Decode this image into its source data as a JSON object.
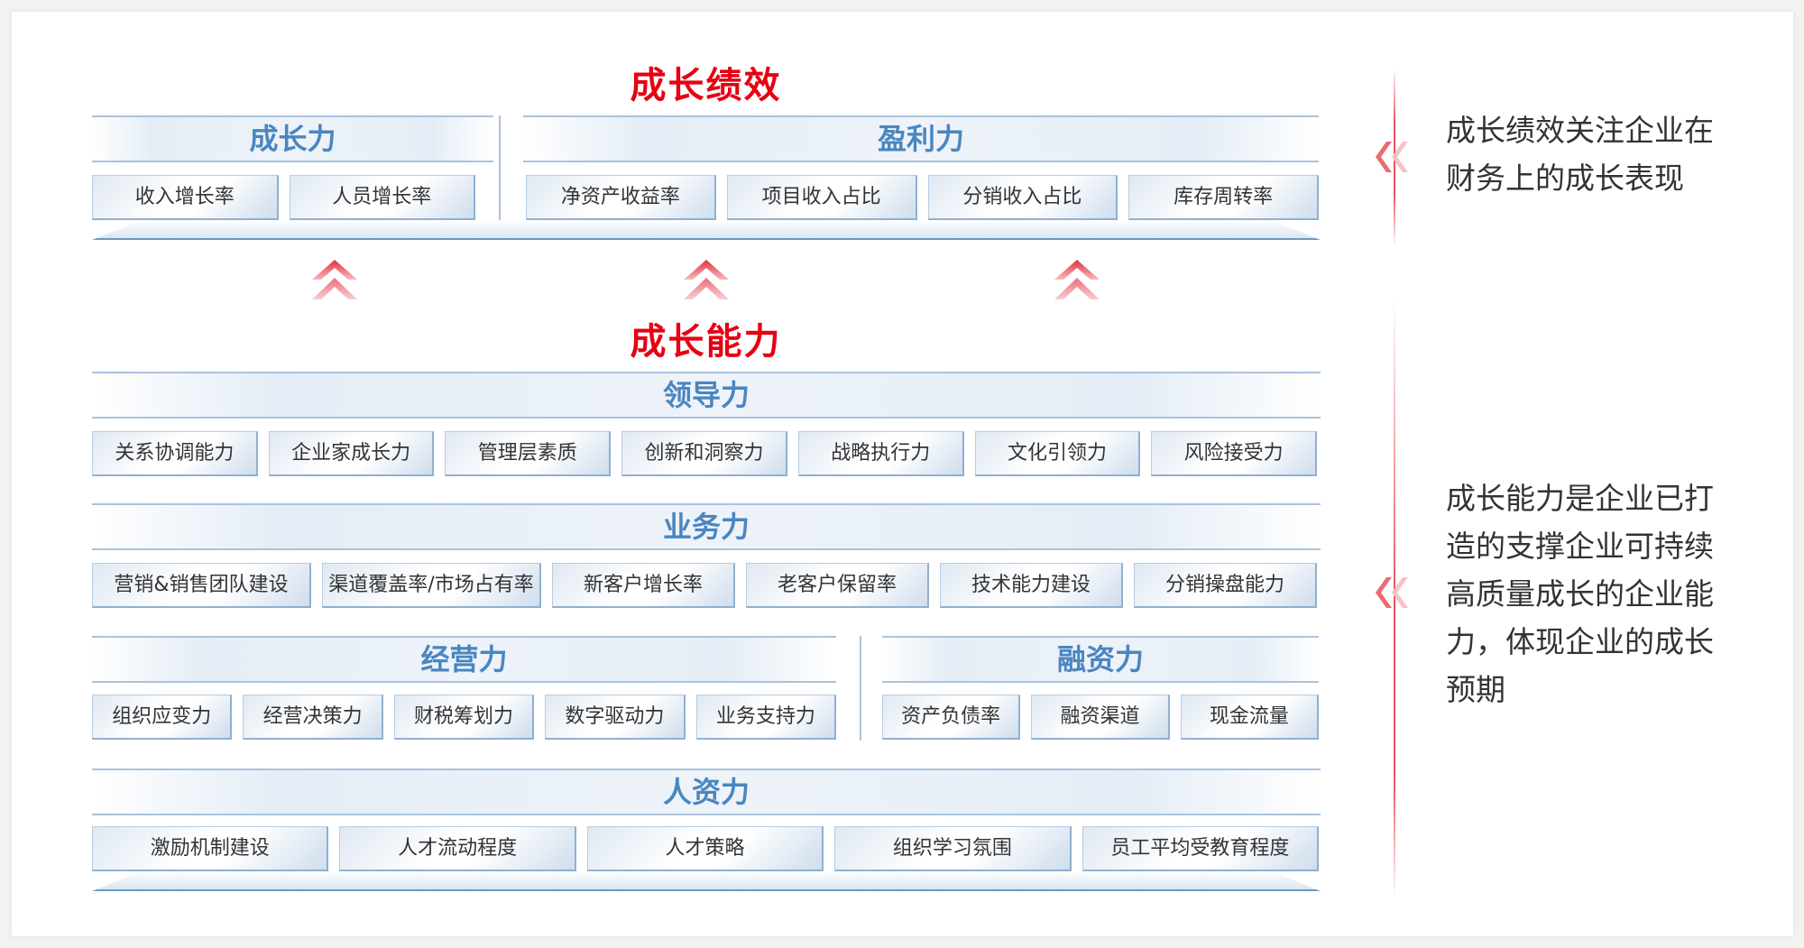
{
  "performance": {
    "title": "成长绩效",
    "growth": {
      "label": "成长力",
      "items": [
        "收入增长率",
        "人员增长率"
      ]
    },
    "profit": {
      "label": "盈利力",
      "items": [
        "净资产收益率",
        "项目收入占比",
        "分销收入占比",
        "库存周转率"
      ]
    }
  },
  "capability": {
    "title": "成长能力",
    "leadership": {
      "label": "领导力",
      "items": [
        "关系协调能力",
        "企业家成长力",
        "管理层素质",
        "创新和洞察力",
        "战略执行力",
        "文化引领力",
        "风险接受力"
      ]
    },
    "business": {
      "label": "业务力",
      "items": [
        "营销&销售团队建设",
        "渠道覆盖率/市场占有率",
        "新客户增长率",
        "老客户保留率",
        "技术能力建设",
        "分销操盘能力"
      ]
    },
    "operation": {
      "label": "经营力",
      "items": [
        "组织应变力",
        "经营决策力",
        "财税筹划力",
        "数字驱动力",
        "业务支持力"
      ]
    },
    "financing": {
      "label": "融资力",
      "items": [
        "资产负债率",
        "融资渠道",
        "现金流量"
      ]
    },
    "hr": {
      "label": "人资力",
      "items": [
        "激励机制建设",
        "人才流动程度",
        "人才策略",
        "组织学习氛围",
        "员工平均受教育程度"
      ]
    }
  },
  "notes": {
    "performance": "成长绩效关注企业在财务上的成长表现",
    "capability": "成长能力是企业已打造的支撑企业可持续高质量成长的企业能力，体现企业的成长预期"
  },
  "colors": {
    "red": "#e60012",
    "blue": "#4a86c0"
  }
}
